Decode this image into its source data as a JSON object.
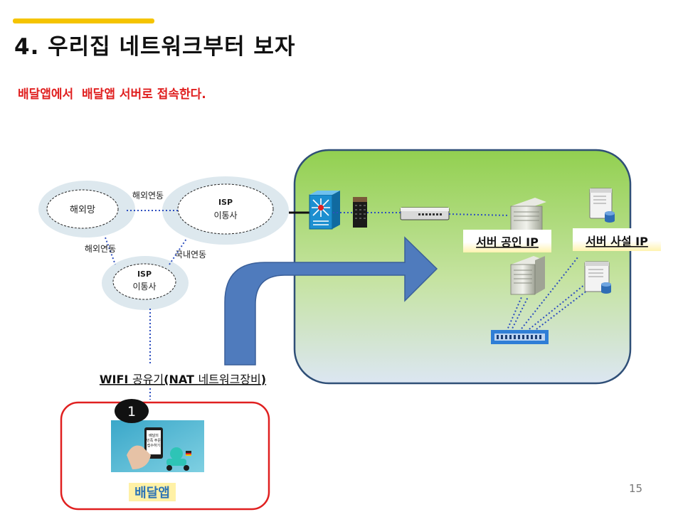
{
  "slide": {
    "title": "4. 우리집 네트워크부터 보자",
    "subtitle": "배달앱에서  배달앱 서버로 접속한다.",
    "page_number": "15"
  },
  "network": {
    "overseas_net": "해외망",
    "isp_top": [
      "ISP",
      "이통사"
    ],
    "isp_bottom": [
      "ISP",
      "이통사"
    ],
    "link_overseas_top": "해외연동",
    "link_overseas_left": "해외연동",
    "link_domestic": "국내연동"
  },
  "server_zone": {
    "public_ip_label": "서버 공인 IP",
    "private_ip_label": "서버 사설 IP",
    "fill_top": "#92d050",
    "fill_bottom": "#dce6f2"
  },
  "router": {
    "label_parts": [
      "WIFI ",
      "공유기",
      "(NAT ",
      "네트워크장비",
      ")"
    ]
  },
  "app": {
    "step_number": "1",
    "label": "배달앱",
    "screen_text": "배달의\n민족 주문\n접수하기"
  },
  "colors": {
    "accent": "#f5c400",
    "subtitle_red": "#e02020",
    "arrow_blue": "#4f7bbd",
    "app_border": "#e02020",
    "cloud_fill": "#dde8ee",
    "link_blue": "#2e4fbf"
  }
}
